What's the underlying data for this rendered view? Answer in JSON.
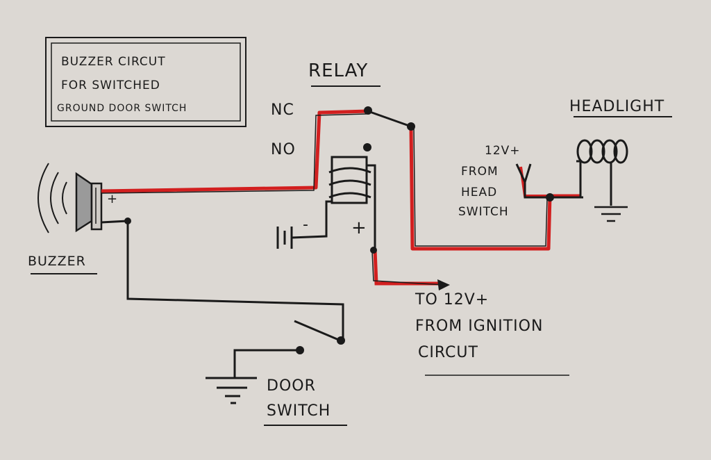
{
  "diagram": {
    "title_lines": [
      "BUZZER CIRCUT",
      "FOR SWITCHED",
      "GROUND DOOR SWITCH"
    ],
    "relay_label": "RELAY",
    "nc_label": "NC",
    "no_label": "NO",
    "headlight_label": "HEADLIGHT",
    "head_switch_lines": [
      "12V+",
      "FROM",
      "HEAD",
      "SWITCH"
    ],
    "ignition_lines": [
      "TO 12V+",
      "FROM IGNITION",
      "CIRCUT"
    ],
    "buzzer_label": "BUZZER",
    "door_switch_lines": [
      "DOOR",
      "SWITCH"
    ],
    "plus_sign": "+",
    "minus_sign": "-",
    "colors": {
      "paper": "#dcd8d3",
      "ink": "#1a1a1a",
      "red_wire": "#d21f1f"
    }
  }
}
